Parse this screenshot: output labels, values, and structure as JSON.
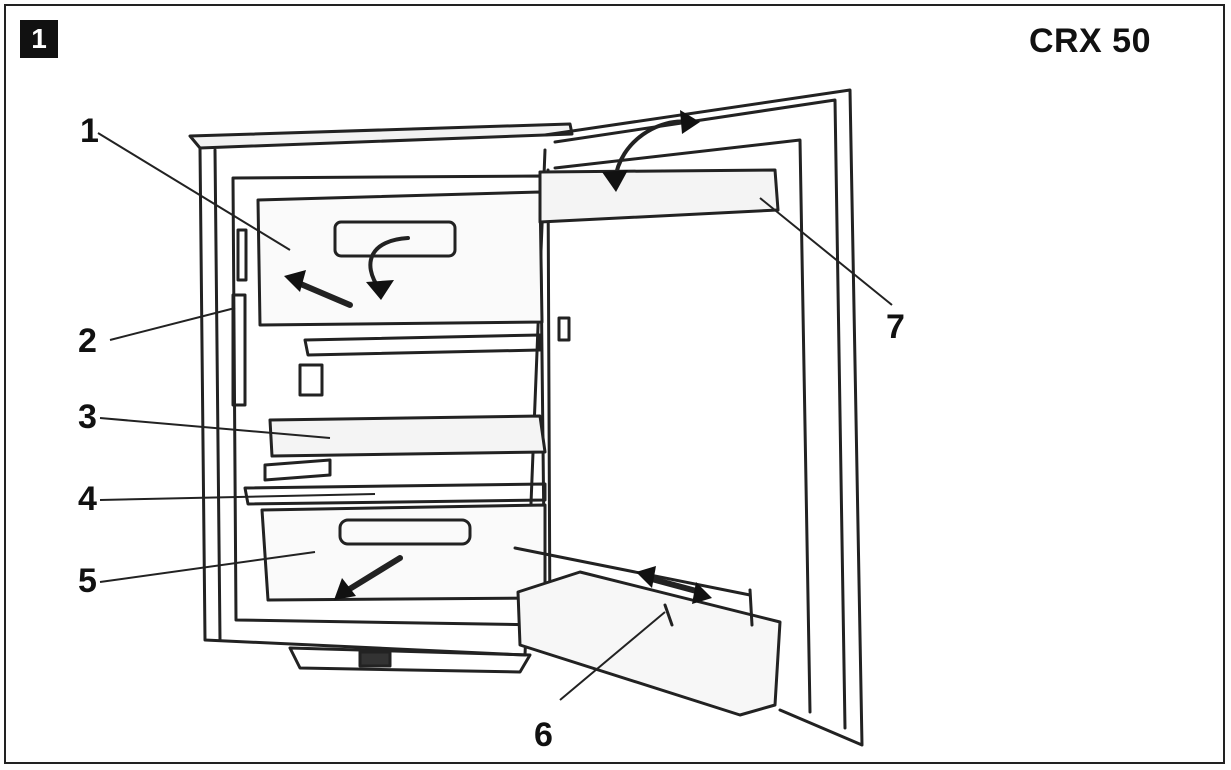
{
  "figure": {
    "number": "1",
    "model": "CRX 50"
  },
  "callouts": [
    "1",
    "2",
    "3",
    "4",
    "5",
    "6",
    "7"
  ],
  "colors": {
    "ink": "#111111",
    "line": "#222222",
    "paper": "#ffffff",
    "shade": "#e6e6e6"
  }
}
